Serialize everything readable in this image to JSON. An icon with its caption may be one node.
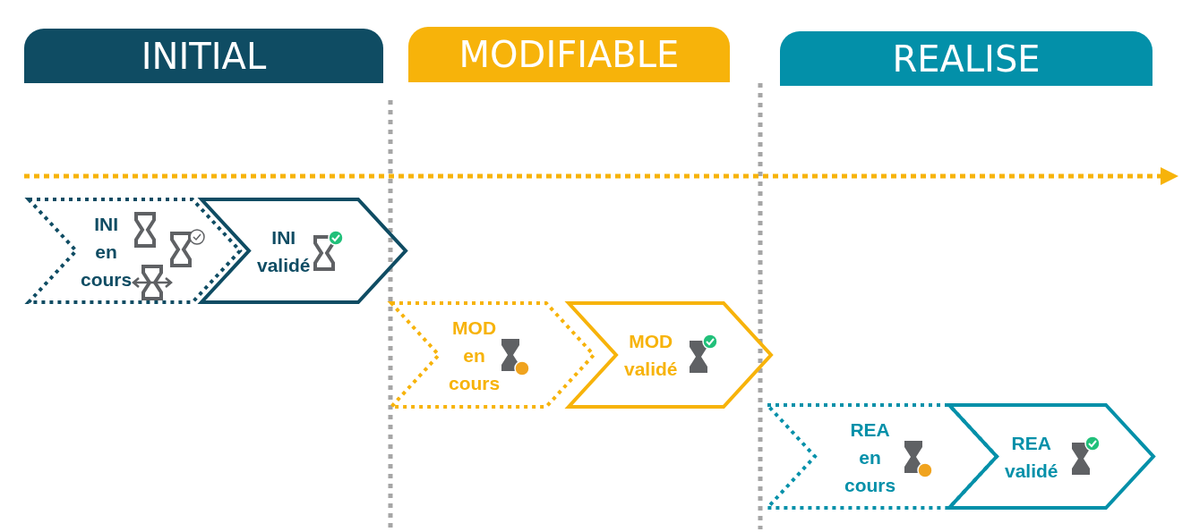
{
  "diagram": {
    "nodes": [
      {
        "text": [
          "INITIAL"
        ]
      },
      {
        "text": [
          "MODIFIABLE"
        ]
      },
      {
        "text": [
          "REALISE"
        ]
      },
      {
        "text": [
          "INI en cours"
        ]
      },
      {
        "text": [
          "INI validé"
        ]
      },
      {
        "text": [
          "MOD en cours"
        ]
      },
      {
        "text": [
          "MOD validé"
        ]
      },
      {
        "text": [
          "REA en cours"
        ]
      },
      {
        "text": [
          "REA validé"
        ]
      }
    ]
  }
}
